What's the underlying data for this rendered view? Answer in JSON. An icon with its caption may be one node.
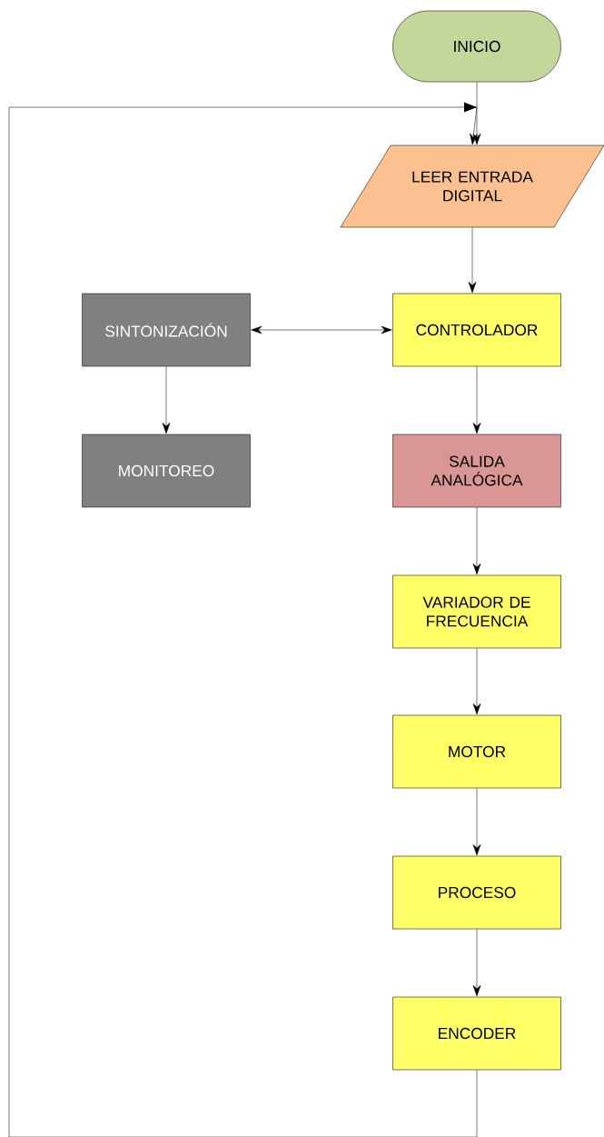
{
  "diagram": {
    "nodes": [
      {
        "text": [
          "INICIO"
        ]
      },
      {
        "text": [
          "LEER ENTRADA DIGITAL"
        ]
      },
      {
        "text": [
          "CONTROLADOR"
        ]
      },
      {
        "text": [
          "SINTONIZACIÓN"
        ]
      },
      {
        "text": [
          "MONITOREO"
        ]
      },
      {
        "text": [
          "SALIDA ANALÓGICA"
        ]
      },
      {
        "text": [
          "VARIADOR DE FRECUENCIA"
        ]
      },
      {
        "text": [
          "MOTOR"
        ]
      },
      {
        "text": [
          "PROCESO"
        ]
      },
      {
        "text": [
          "ENCODER"
        ]
      }
    ],
    "edges": [
      {
        "from": 0,
        "to": 1,
        "arrow": "to"
      },
      {
        "from": 1,
        "to": 2,
        "arrow": "to"
      },
      {
        "from": 2,
        "to": 3,
        "arrow": "both"
      },
      {
        "from": 3,
        "to": 4,
        "arrow": "to"
      },
      {
        "from": 2,
        "to": 5,
        "arrow": "to"
      },
      {
        "from": 5,
        "to": 6,
        "arrow": "to"
      },
      {
        "from": 6,
        "to": 7,
        "arrow": "to"
      },
      {
        "from": 7,
        "to": 8,
        "arrow": "to"
      },
      {
        "from": 8,
        "to": 9,
        "arrow": "to"
      },
      {
        "from": 9,
        "to": 1,
        "arrow": "to"
      }
    ]
  }
}
